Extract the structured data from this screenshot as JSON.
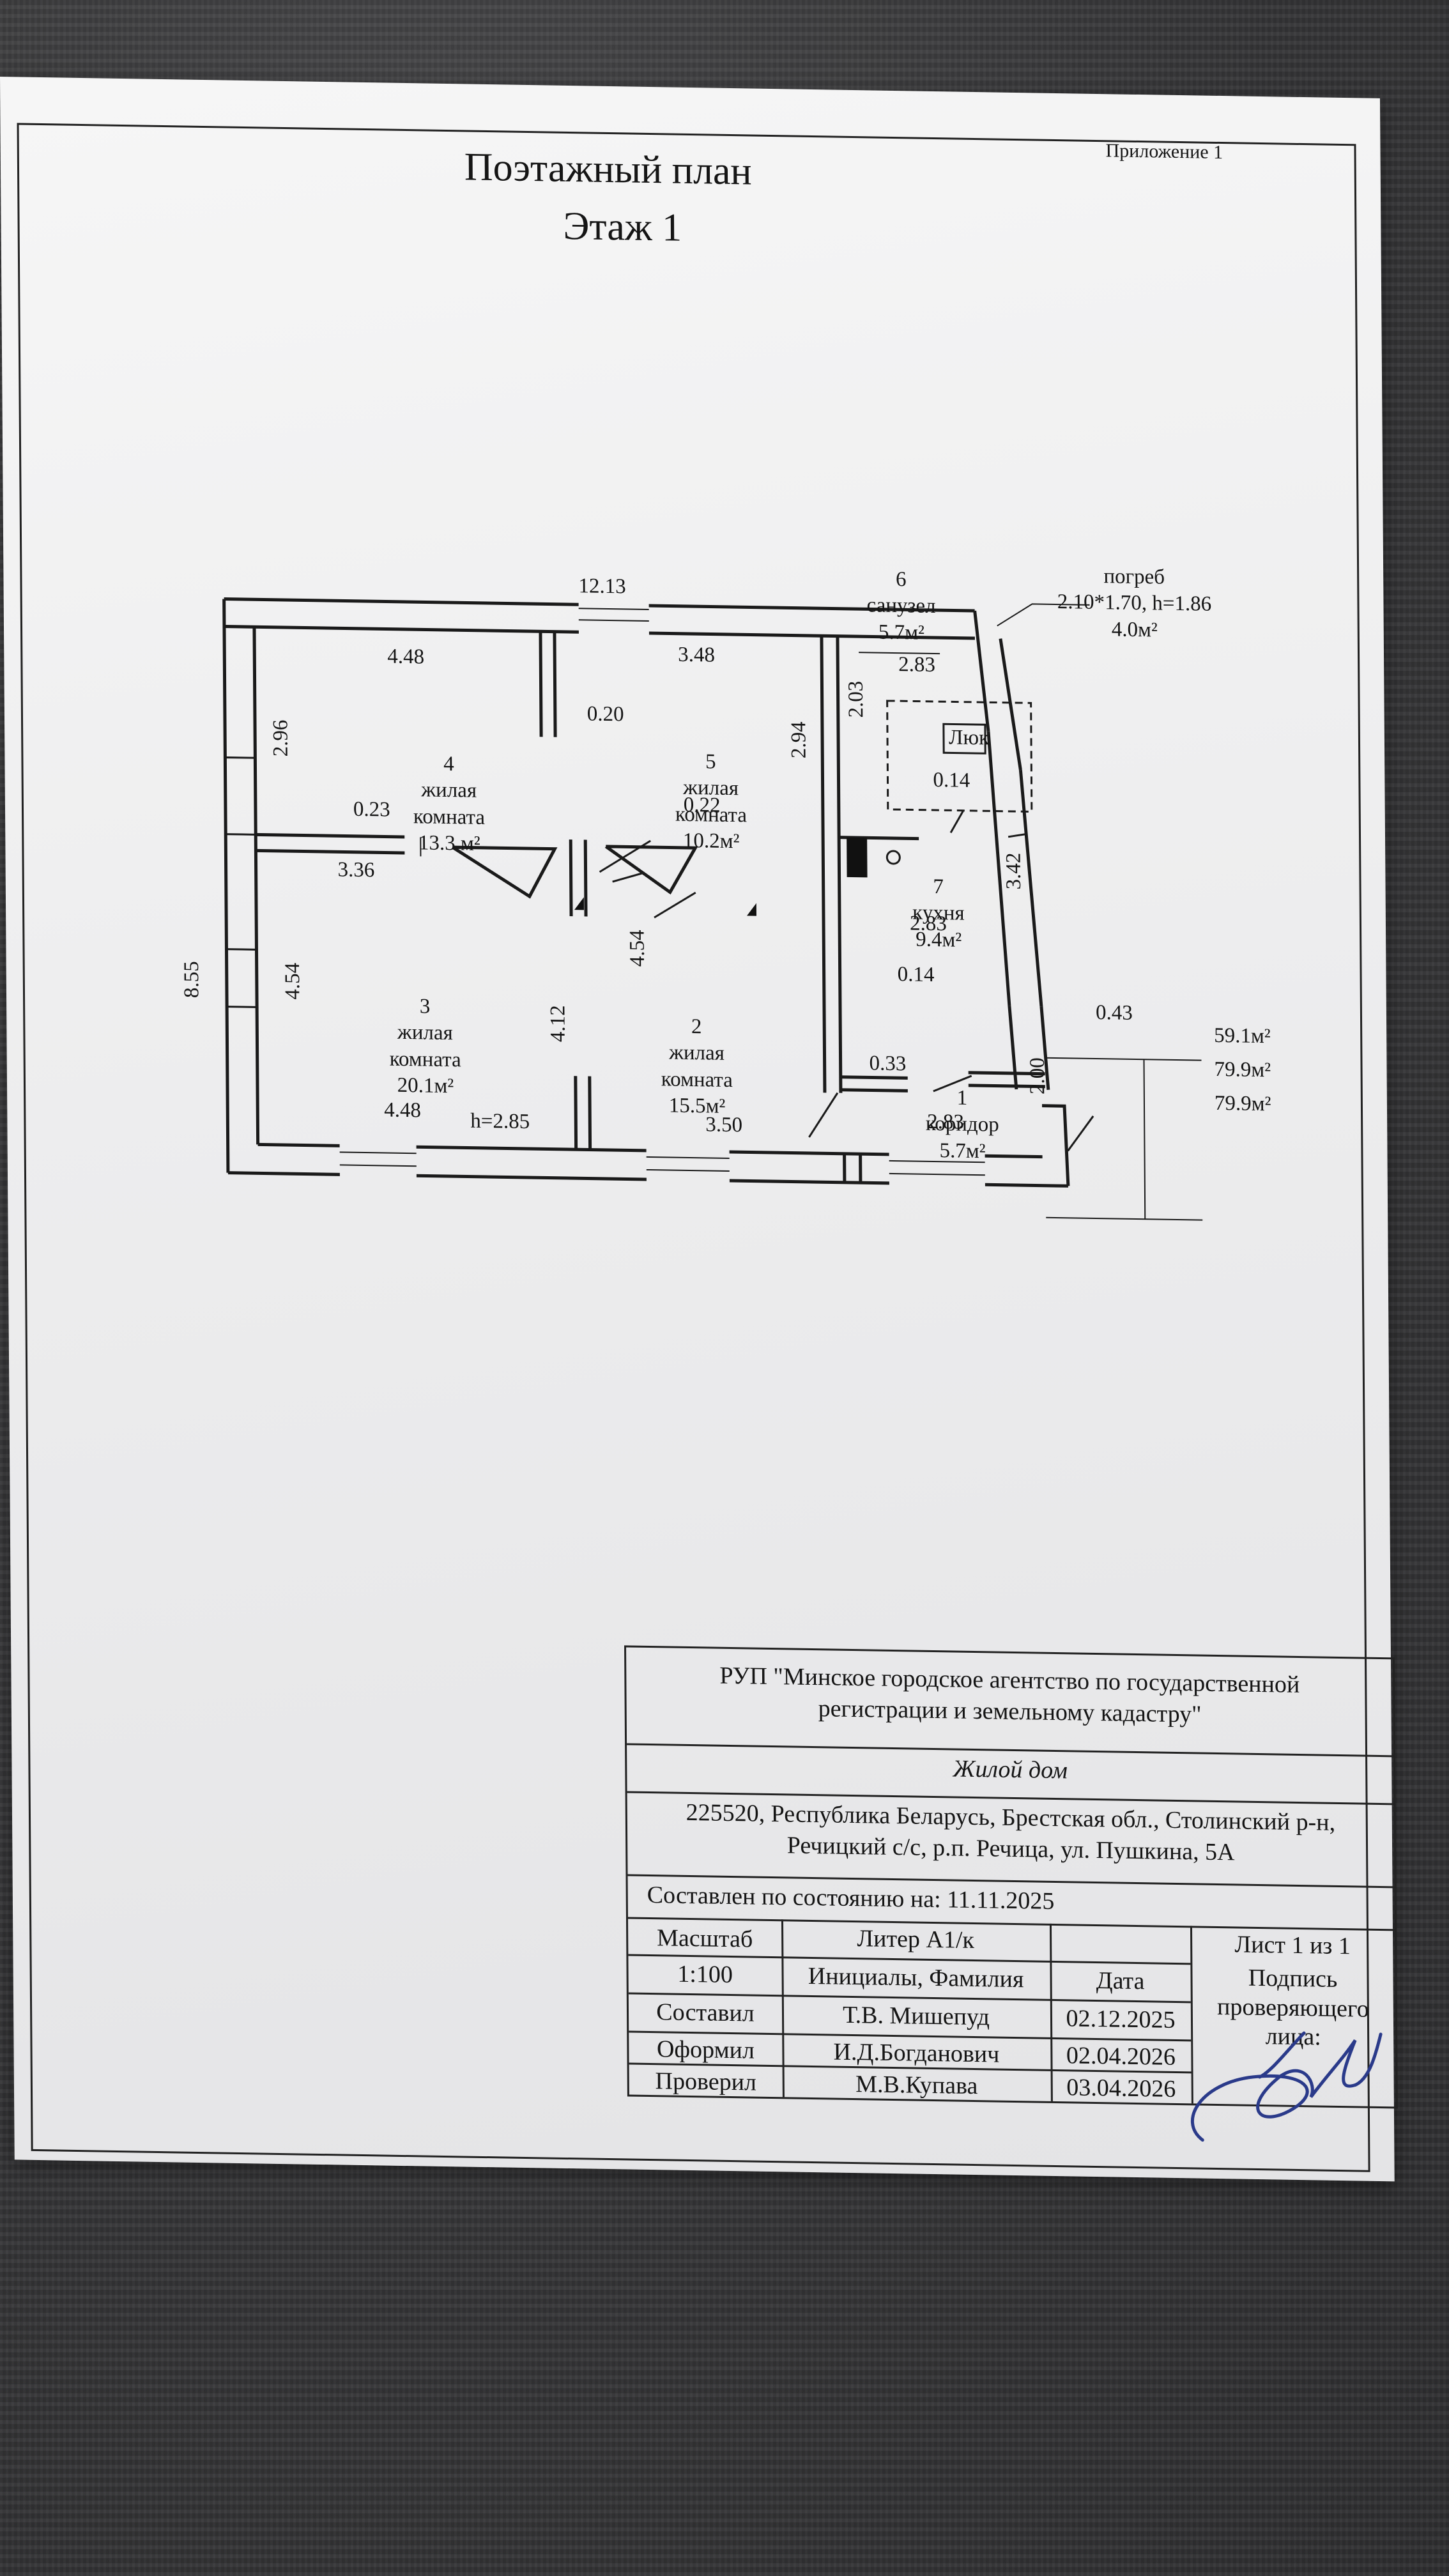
{
  "header": {
    "title": "Поэтажный план",
    "floor": "Этаж 1",
    "appendix": "Приложение 1"
  },
  "plan": {
    "rooms": [
      {
        "number": "1",
        "name": "коридор",
        "area": "5.7м²"
      },
      {
        "number": "2",
        "name": "жилая\nкомната",
        "area": "15.5м²"
      },
      {
        "number": "3",
        "name": "жилая\nкомната",
        "area": "20.1м²"
      },
      {
        "number": "4",
        "name": "жилая\nкомната",
        "area": "13.3 м²"
      },
      {
        "number": "5",
        "name": "жилая\nкомната",
        "area": "10.2м²"
      },
      {
        "number": "6",
        "name": "санузел",
        "area": "5.7м²"
      },
      {
        "number": "7",
        "name": "кухня",
        "area": "9.4м²"
      }
    ],
    "cellar": {
      "name": "погреб",
      "size": "2.10*1.70, h=1.86",
      "area": "4.0м²",
      "hatch": "Люк"
    },
    "dimensions": {
      "overall_width": "12.13",
      "overall_depth": "8.55",
      "room4_width": "4.48",
      "room4_depth": "2.96",
      "room5_width": "3.48",
      "room5_depth": "2.94",
      "wall_020": "0.20",
      "wall_023": "0.23",
      "wall_022": "0.22",
      "room3_upper": "3.36",
      "room3_depth": "4.54",
      "room3_width": "4.48",
      "height": "h=2.85",
      "room2_depth_left": "4.12",
      "room2_depth_right": "4.54",
      "room2_width": "3.50",
      "bath_depth": "2.03",
      "bath_width": "2.83",
      "kitchen_width": "2.83",
      "kitchen_depth": "3.42",
      "wall_014a": "0.14",
      "wall_014b": "0.14",
      "wall_033": "0.33",
      "wall_043": "0.43",
      "corr_depth": "2.00",
      "corr_width": "2.83"
    },
    "totals": [
      "59.1м²",
      "79.9м²",
      "79.9м²"
    ]
  },
  "stamp": {
    "org": "РУП \"Минское городское агентство по государственной\nрегистрации и земельному кадастру\"",
    "object": "Жилой дом",
    "address": "225520, Республика Беларусь, Брестская обл., Столинский р-н,\nРечицкий с/с, р.п. Речица, ул. Пушкина, 5А",
    "state_date": "Составлен по состоянию на: 11.11.2025",
    "scale_label": "Масштаб",
    "scale": "1:100",
    "liter": "Литер  А1/к",
    "sheet": "Лист  1   из  1",
    "col_name": "Инициалы, Фамилия",
    "col_date": "Дата",
    "col_sign": "Подпись\nпроверяющего\nлица:",
    "rows": [
      {
        "role": "Составил",
        "name": "Т.В. Мишепуд",
        "date": "02.12.2025"
      },
      {
        "role": "Оформил",
        "name": "И.Д.Богданович",
        "date": "02.04.2026"
      },
      {
        "role": "Проверил",
        "name": "М.В.Купава",
        "date": "03.04.2026"
      }
    ]
  }
}
